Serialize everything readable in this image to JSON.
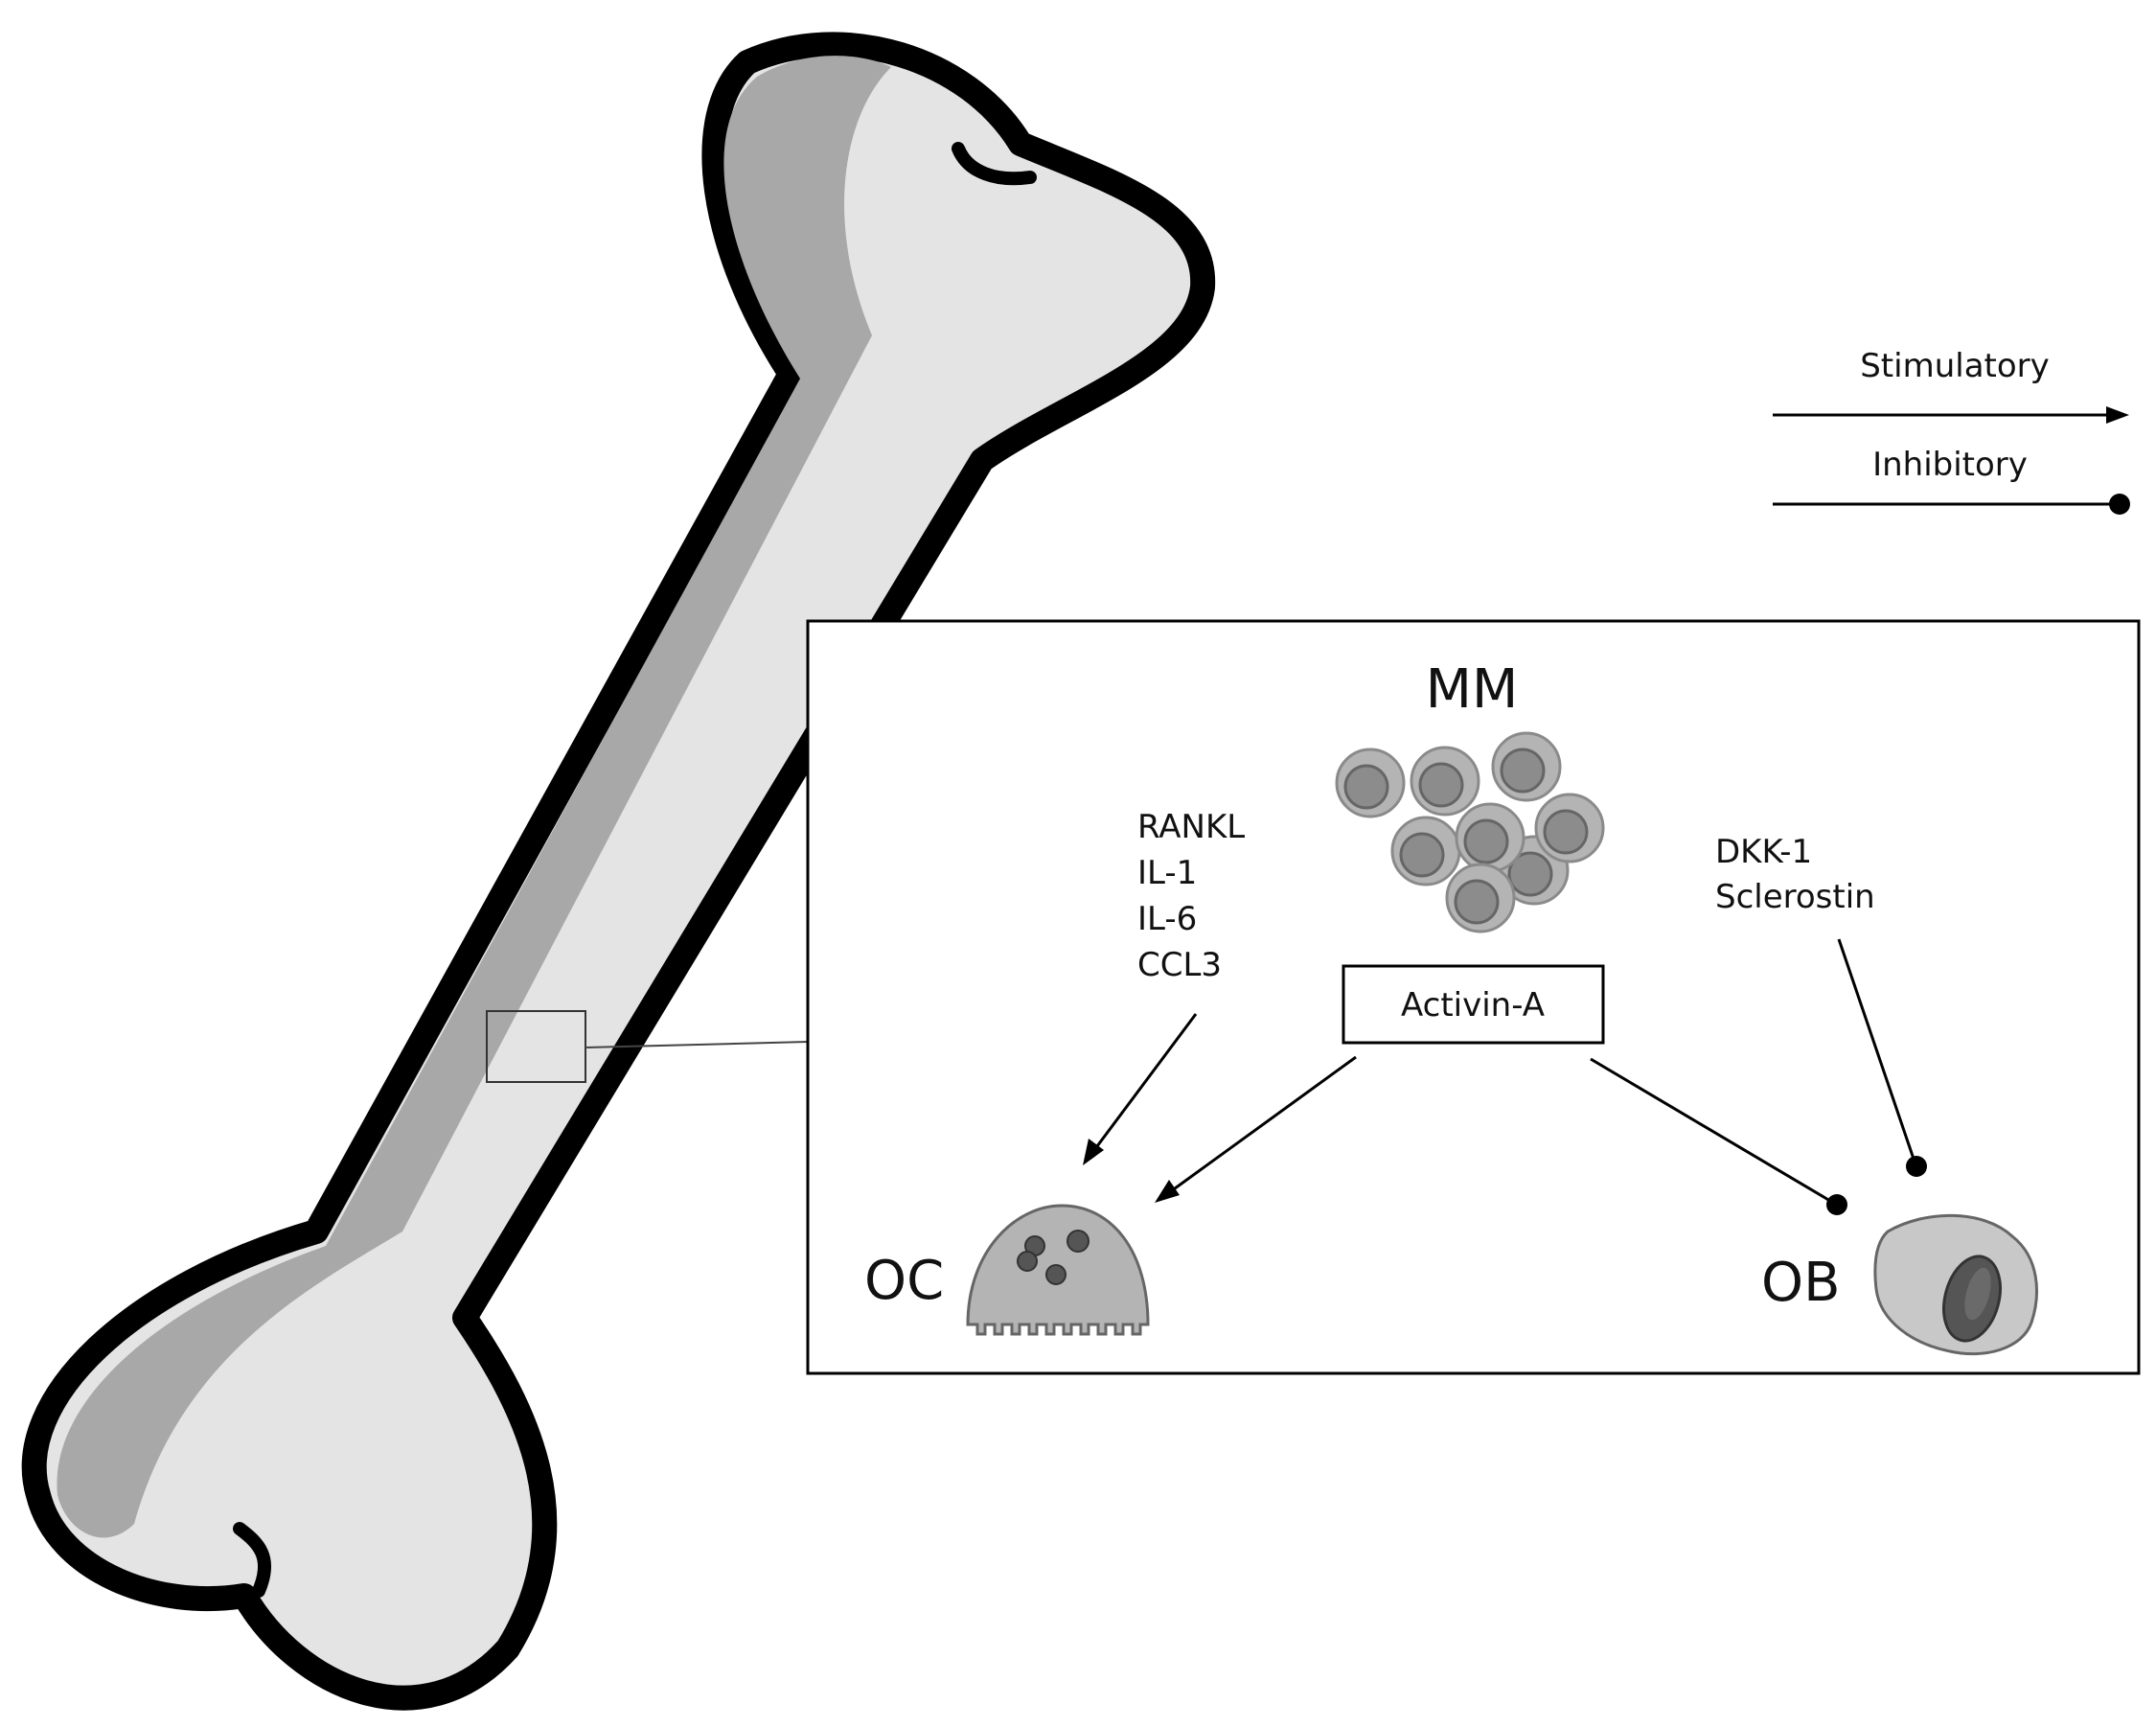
{
  "legend": {
    "stimulatory": "Stimulatory",
    "inhibitory": "Inhibitory"
  },
  "inset": {
    "mm_label": "MM",
    "oc_label": "OC",
    "ob_label": "OB",
    "activin_label": "Activin-A",
    "oc_factors": [
      "RANKL",
      "IL-1",
      "IL-6",
      "CCL3"
    ],
    "ob_factors": [
      "DKK-1",
      "Sclerostin"
    ]
  },
  "colors": {
    "outline": "#000000",
    "bone_light": "#e4e4e4",
    "bone_dark": "#a8a8a8",
    "cell_gray": "#b4b4b4",
    "nucleus_dark": "#555555"
  }
}
